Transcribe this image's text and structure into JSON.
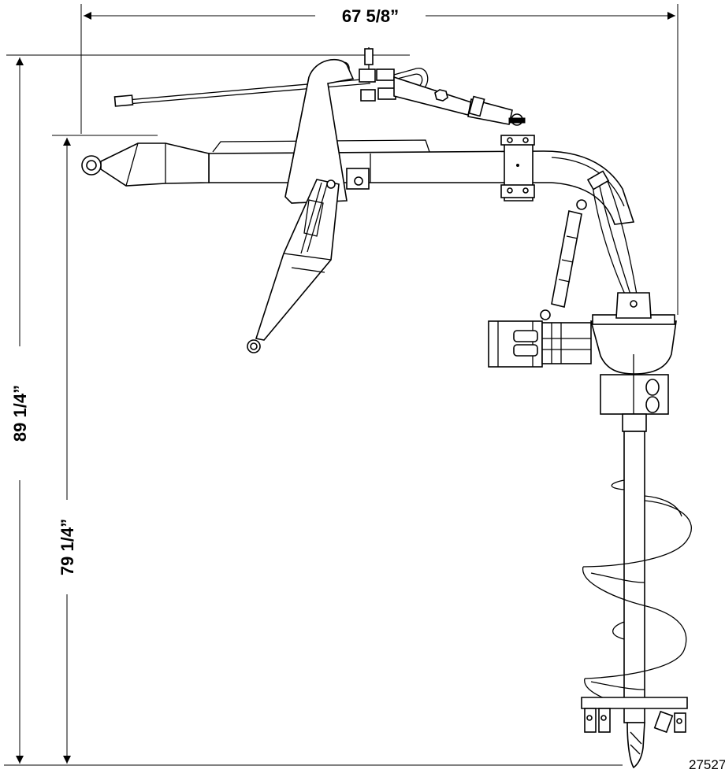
{
  "dimensions": {
    "overall_width": "67 5/8”",
    "overall_height": "89 1/4”",
    "hitch_height": "79 1/4”"
  },
  "figure_number": "27527"
}
